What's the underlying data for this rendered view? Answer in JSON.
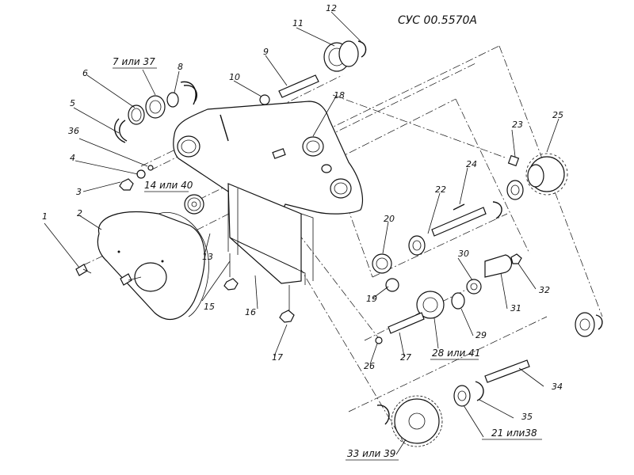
{
  "drawing": {
    "title": "СУС 00.5570А",
    "callouts": [
      {
        "id": "1",
        "text": "1"
      },
      {
        "id": "2",
        "text": "2"
      },
      {
        "id": "3",
        "text": "3"
      },
      {
        "id": "4",
        "text": "4"
      },
      {
        "id": "5",
        "text": "5"
      },
      {
        "id": "6",
        "text": "6"
      },
      {
        "id": "7",
        "text": "7 или 37"
      },
      {
        "id": "8",
        "text": "8"
      },
      {
        "id": "9",
        "text": "9"
      },
      {
        "id": "10",
        "text": "10"
      },
      {
        "id": "11",
        "text": "11"
      },
      {
        "id": "12",
        "text": "12"
      },
      {
        "id": "13",
        "text": "13"
      },
      {
        "id": "14",
        "text": "14 или 40"
      },
      {
        "id": "15",
        "text": "15"
      },
      {
        "id": "16",
        "text": "16"
      },
      {
        "id": "17",
        "text": "17"
      },
      {
        "id": "18",
        "text": "18"
      },
      {
        "id": "19",
        "text": "19"
      },
      {
        "id": "20",
        "text": "20"
      },
      {
        "id": "21",
        "text": "21 или38"
      },
      {
        "id": "22",
        "text": "22"
      },
      {
        "id": "23",
        "text": "23"
      },
      {
        "id": "24",
        "text": "24"
      },
      {
        "id": "25",
        "text": "25"
      },
      {
        "id": "26",
        "text": "26"
      },
      {
        "id": "27",
        "text": "27"
      },
      {
        "id": "28",
        "text": "28 или 41"
      },
      {
        "id": "29",
        "text": "29"
      },
      {
        "id": "30",
        "text": "30"
      },
      {
        "id": "31",
        "text": "31"
      },
      {
        "id": "32",
        "text": "32"
      },
      {
        "id": "33",
        "text": "33 или 39"
      },
      {
        "id": "34",
        "text": "34"
      },
      {
        "id": "35",
        "text": "35"
      },
      {
        "id": "36",
        "text": "36"
      }
    ]
  }
}
